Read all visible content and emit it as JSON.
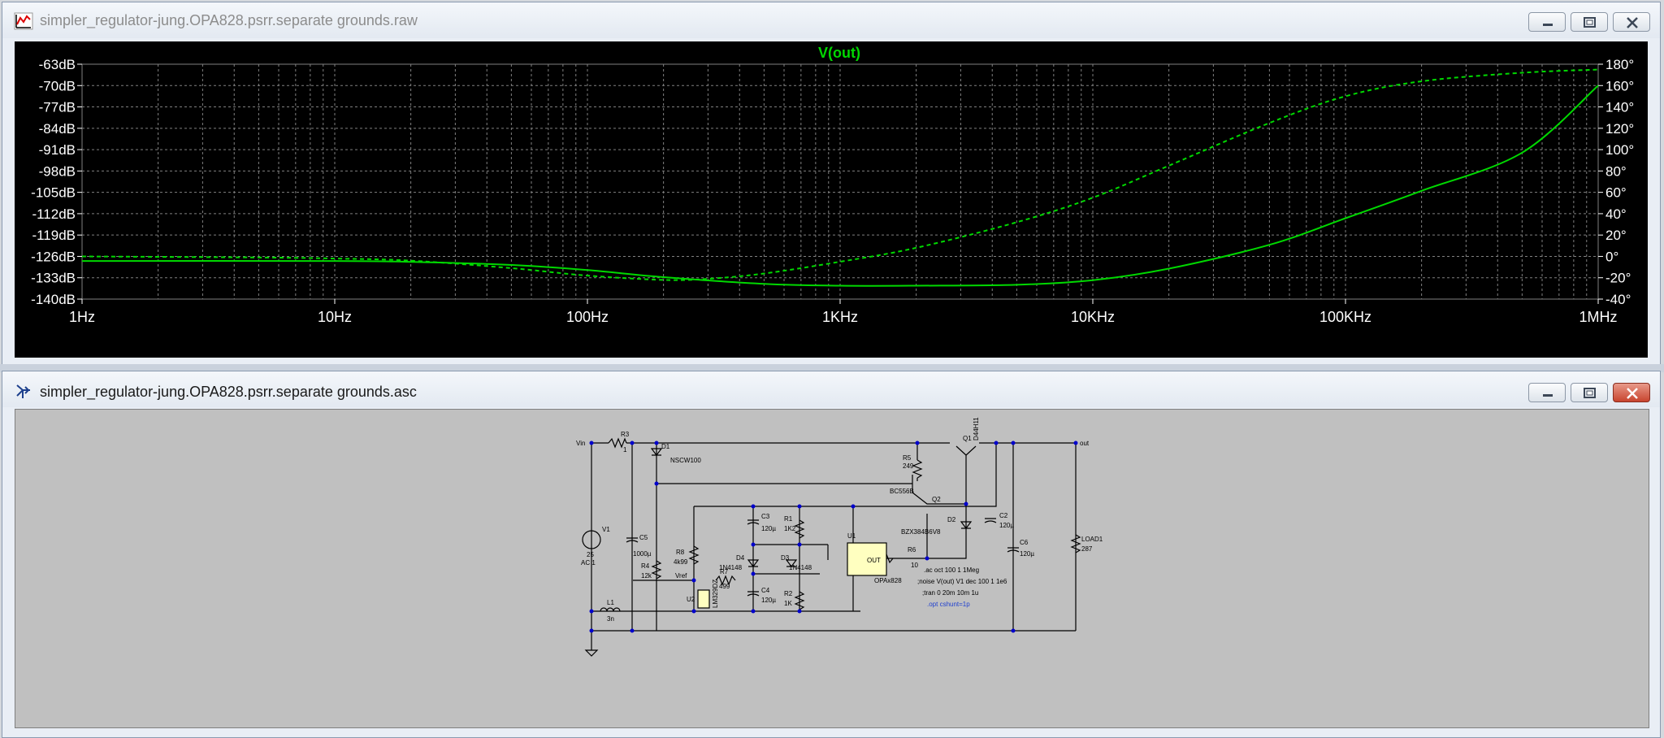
{
  "plot_window": {
    "title": "simpler_regulator-jung.OPA828.psrr.separate grounds.raw",
    "icon": "waveform-icon"
  },
  "schematic_window": {
    "title": "simpler_regulator-jung.OPA828.psrr.separate grounds.asc",
    "icon": "schematic-icon"
  },
  "window_buttons": {
    "minimize": "minimize-icon",
    "maximize": "maximize-icon",
    "close": "close-icon"
  },
  "colors": {
    "trace": "#00d800",
    "grid": "#808080",
    "plot_bg": "#000000",
    "axis_text": "#ffffff",
    "schematic_bg": "#c0c0c0",
    "wire": "#000080",
    "node": "#0000cc"
  },
  "chart_data": {
    "type": "line",
    "title": "V(out)",
    "x_scale": "log",
    "xlim": [
      1,
      1000000
    ],
    "x_ticks": [
      "1Hz",
      "10Hz",
      "100Hz",
      "1KHz",
      "10KHz",
      "100KHz",
      "1MHz"
    ],
    "y_left_ticks": [
      "-63dB",
      "-70dB",
      "-77dB",
      "-84dB",
      "-91dB",
      "-98dB",
      "-105dB",
      "-112dB",
      "-119dB",
      "-126dB",
      "-133dB",
      "-140dB"
    ],
    "y_right_ticks": [
      "180°",
      "160°",
      "140°",
      "120°",
      "100°",
      "80°",
      "60°",
      "40°",
      "20°",
      "0°",
      "-20°",
      "-40°"
    ],
    "ylim_left": [
      -140,
      -63
    ],
    "ylim_right": [
      -40,
      180
    ],
    "grid": true,
    "series": [
      {
        "style": "solid",
        "axis": "left",
        "x": [
          1,
          10,
          20,
          50,
          100,
          200,
          500,
          1000,
          2000,
          5000,
          10000,
          20000,
          50000,
          100000,
          200000,
          500000,
          1000000
        ],
        "y": [
          -127.5,
          -127.5,
          -127.8,
          -128.8,
          -130.5,
          -132.8,
          -135.0,
          -135.6,
          -135.6,
          -135.3,
          -133.8,
          -130.0,
          -122.2,
          -113.5,
          -104.5,
          -92.0,
          -70.0
        ]
      },
      {
        "style": "dashed",
        "axis": "right",
        "x": [
          1,
          5,
          10,
          20,
          50,
          100,
          200,
          300,
          500,
          1000,
          2000,
          5000,
          10000,
          20000,
          50000,
          100000,
          200000,
          500000,
          1000000
        ],
        "y": [
          0,
          -1,
          -2,
          -4,
          -11,
          -18,
          -22,
          -21,
          -16,
          -5,
          8,
          32,
          55,
          85,
          125,
          150,
          164,
          172,
          175
        ]
      }
    ]
  },
  "schematic": {
    "labels": [
      {
        "id": "vin",
        "text": "Vin"
      },
      {
        "id": "r3",
        "text": "R3"
      },
      {
        "id": "r3v",
        "text": "1"
      },
      {
        "id": "d1",
        "text": "D1"
      },
      {
        "id": "d1v",
        "text": "NSCW100"
      },
      {
        "id": "q1",
        "text": "Q1"
      },
      {
        "id": "q1v",
        "text": "D44H11"
      },
      {
        "id": "out",
        "text": "out"
      },
      {
        "id": "r5",
        "text": "R5"
      },
      {
        "id": "r5v",
        "text": "249"
      },
      {
        "id": "q2v",
        "text": "BC556B"
      },
      {
        "id": "q2",
        "text": "Q2"
      },
      {
        "id": "c3",
        "text": "C3"
      },
      {
        "id": "c3v",
        "text": "120µ"
      },
      {
        "id": "r1",
        "text": "R1"
      },
      {
        "id": "r1v",
        "text": "1K2"
      },
      {
        "id": "d2",
        "text": "D2"
      },
      {
        "id": "d2v",
        "text": "BZX384B6V8"
      },
      {
        "id": "c2",
        "text": "C2"
      },
      {
        "id": "c2v",
        "text": "120µ"
      },
      {
        "id": "v1",
        "text": "V1"
      },
      {
        "id": "v1v",
        "text": "25"
      },
      {
        "id": "v1ac",
        "text": "AC 1"
      },
      {
        "id": "c5",
        "text": "C5"
      },
      {
        "id": "c5v",
        "text": "1000µ"
      },
      {
        "id": "r8",
        "text": "R8"
      },
      {
        "id": "r8v",
        "text": "4k99"
      },
      {
        "id": "d4",
        "text": "D4"
      },
      {
        "id": "d4v",
        "text": "1N4148"
      },
      {
        "id": "d3",
        "text": "D3"
      },
      {
        "id": "d3v",
        "text": "1N4148"
      },
      {
        "id": "u1",
        "text": "U1"
      },
      {
        "id": "u1out",
        "text": "OUT"
      },
      {
        "id": "u1v",
        "text": "OPAx828"
      },
      {
        "id": "r6",
        "text": "R6"
      },
      {
        "id": "r6v",
        "text": "10"
      },
      {
        "id": "c6",
        "text": "C6"
      },
      {
        "id": "c6v",
        "text": "120µ"
      },
      {
        "id": "load",
        "text": "LOAD1"
      },
      {
        "id": "loadv",
        "text": "287"
      },
      {
        "id": "r4",
        "text": "R4"
      },
      {
        "id": "r4v",
        "text": "12k"
      },
      {
        "id": "vref",
        "text": "Vref"
      },
      {
        "id": "r7",
        "text": "R7"
      },
      {
        "id": "r7v",
        "text": "499"
      },
      {
        "id": "u2",
        "text": "U2"
      },
      {
        "id": "u2v",
        "text": "LM329DZ"
      },
      {
        "id": "c4",
        "text": "C4"
      },
      {
        "id": "c4v",
        "text": "120µ"
      },
      {
        "id": "r2",
        "text": "R2"
      },
      {
        "id": "r2v",
        "text": "1K"
      },
      {
        "id": "l1",
        "text": "L1"
      },
      {
        "id": "l1v",
        "text": "3n"
      }
    ],
    "directives": [
      ".ac oct 100 1 1Meg",
      ";noise V(out) V1 dec 100 1 1e6",
      ";tran 0 20m 10m 1u",
      ".opt cshunt=1p"
    ]
  }
}
